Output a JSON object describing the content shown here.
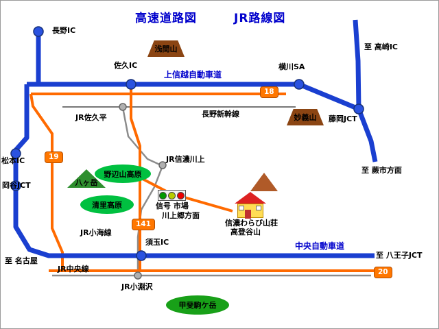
{
  "titles": {
    "expressway_map": "高速道路図",
    "jr_map": "JR路線図"
  },
  "expressways": {
    "joshinetsu_label": "上信越自動車道",
    "chuo_label": "中央自動車道"
  },
  "interchanges": {
    "nagano": "長野IC",
    "saku": "佐久IC",
    "yokokawa": "横川SA",
    "fujioka": "藤岡JCT",
    "matsumoto": "松本IC",
    "okaya": "岡谷JCT",
    "sutama": "須玉IC"
  },
  "route_numbers": {
    "r18": "18",
    "r19": "19",
    "r141": "141",
    "r20": "20"
  },
  "jr_lines": {
    "sakudaira": "JR佐久平",
    "nagano_shinkansen": "長野新幹線",
    "shinano_kawakami": "JR信濃川上",
    "koumi_line": "JR小海線",
    "chuo_line": "JR中央線",
    "kobuchizawa": "JR小淵沢"
  },
  "directions": {
    "to_takasaki": "至 高崎IC",
    "to_warabi": "至 蕨市方面",
    "to_hachioji": "至 八王子JCT",
    "to_nagoya": "至 名古屋"
  },
  "mountains": {
    "asama": "浅間山",
    "myogi": "妙義山",
    "yatsugatake": "八ヶ岳",
    "kaikoma": "甲斐駒ケ岳"
  },
  "highlands": {
    "nobeyama": "野辺山高原",
    "kiyosato": "清里高原"
  },
  "signal": {
    "label": "信号 市場",
    "direction": "川上郷方面"
  },
  "lodge": {
    "name": "信濃わらび山荘",
    "mountain": "高登谷山"
  },
  "colors": {
    "expressway_blue": "#1a3fd0",
    "national_route_orange": "#ff6a00",
    "jr_gray": "#8c8c8c",
    "title_blue": "#0000cc",
    "highland_green": "#00c040",
    "dark_green": "#18a018",
    "mountain_brown": "#8b4513",
    "shield_orange": "#ff7700",
    "house_roof_red": "#dd2222",
    "house_wall_yellow": "#ffdd55"
  },
  "icons": {
    "traffic_light_colors": [
      "#009900",
      "#b8cc00",
      "#ee0000"
    ]
  }
}
